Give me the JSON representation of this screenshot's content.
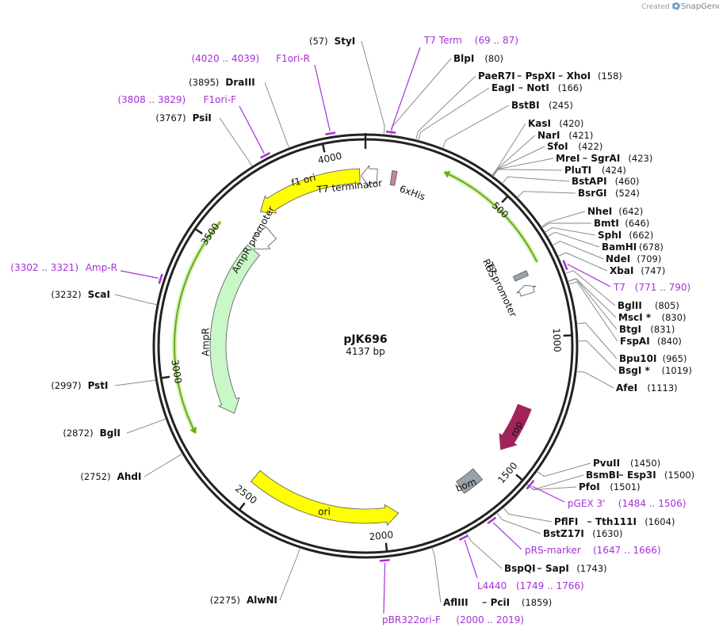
{
  "watermark": {
    "prefix": "Created by",
    "brand": "SnapGene"
  },
  "plasmid": {
    "name": "pJK696",
    "size_label": "4137 bp",
    "length": 4137
  },
  "colors": {
    "backbone": "#222222",
    "leader": "#8c8c8c",
    "primer": "#a531d6",
    "f1ori": "#ffff00",
    "ori": "#ffff00",
    "ampr": "#c8f7c8",
    "rop": "#a0245a",
    "bom": "#9aa3ab",
    "rbs": "#9aa3ab",
    "his": "#c483a8",
    "orf_line": "#66aa22"
  },
  "ticks": [
    {
      "pos": 0,
      "label": ""
    },
    {
      "pos": 500,
      "label": "500"
    },
    {
      "pos": 1000,
      "label": "1000"
    },
    {
      "pos": 1500,
      "label": "1500"
    },
    {
      "pos": 2000,
      "label": "2000"
    },
    {
      "pos": 2500,
      "label": "2500"
    },
    {
      "pos": 3000,
      "label": "3000"
    },
    {
      "pos": 3500,
      "label": "3500"
    },
    {
      "pos": 4000,
      "label": "4000"
    }
  ],
  "enzymes": [
    {
      "pos": 57,
      "segs": [
        {
          "name": "StyI"
        }
      ],
      "pre": "(57)",
      "post": ""
    },
    {
      "pos": 80,
      "segs": [
        {
          "name": "BlpI"
        }
      ],
      "pre": "",
      "post": "(80)"
    },
    {
      "pos": 158,
      "segs": [
        {
          "name": "PaeR7I"
        },
        {
          "name": "PspXI"
        },
        {
          "name": "XhoI"
        }
      ],
      "pre": "",
      "post": "(158)"
    },
    {
      "pos": 166,
      "segs": [
        {
          "name": "EagI"
        },
        {
          "name": "NotI"
        }
      ],
      "pre": "",
      "post": "(166)"
    },
    {
      "pos": 245,
      "segs": [
        {
          "name": "BstBI"
        }
      ],
      "pre": "",
      "post": "(245)"
    },
    {
      "pos": 420,
      "segs": [
        {
          "name": "KasI"
        }
      ],
      "pre": "",
      "post": "(420)"
    },
    {
      "pos": 421,
      "segs": [
        {
          "name": "NarI"
        }
      ],
      "pre": "",
      "post": "(421)"
    },
    {
      "pos": 422,
      "segs": [
        {
          "name": "SfoI"
        }
      ],
      "pre": "",
      "post": "(422)"
    },
    {
      "pos": 423,
      "segs": [
        {
          "name": "MreI"
        },
        {
          "name": "SgrAI"
        }
      ],
      "pre": "",
      "post": "(423)"
    },
    {
      "pos": 424,
      "segs": [
        {
          "name": "PluTI"
        }
      ],
      "pre": "",
      "post": "(424)"
    },
    {
      "pos": 460,
      "segs": [
        {
          "name": "BstAPI"
        }
      ],
      "pre": "",
      "post": "(460)"
    },
    {
      "pos": 524,
      "segs": [
        {
          "name": "BsrGI"
        }
      ],
      "pre": "",
      "post": "(524)"
    },
    {
      "pos": 642,
      "segs": [
        {
          "name": "NheI"
        }
      ],
      "pre": "",
      "post": "(642)"
    },
    {
      "pos": 646,
      "segs": [
        {
          "name": "BmtI"
        }
      ],
      "pre": "",
      "post": "(646)"
    },
    {
      "pos": 662,
      "segs": [
        {
          "name": "SphI"
        }
      ],
      "pre": "",
      "post": "(662)"
    },
    {
      "pos": 678,
      "segs": [
        {
          "name": "BamHI"
        }
      ],
      "pre": "",
      "post": "(678)"
    },
    {
      "pos": 709,
      "segs": [
        {
          "name": "NdeI"
        }
      ],
      "pre": "",
      "post": "(709)"
    },
    {
      "pos": 747,
      "segs": [
        {
          "name": "XbaI"
        }
      ],
      "pre": "",
      "post": "(747)"
    },
    {
      "pos": 805,
      "segs": [
        {
          "name": "BglII"
        }
      ],
      "pre": "",
      "post": "(805)"
    },
    {
      "pos": 830,
      "segs": [
        {
          "name": "MscI *"
        }
      ],
      "pre": "",
      "post": "(830)"
    },
    {
      "pos": 831,
      "segs": [
        {
          "name": "BtgI"
        }
      ],
      "pre": "",
      "post": "(831)"
    },
    {
      "pos": 840,
      "segs": [
        {
          "name": "FspAI"
        }
      ],
      "pre": "",
      "post": "(840)"
    },
    {
      "pos": 965,
      "segs": [
        {
          "name": "Bpu10I"
        }
      ],
      "pre": "",
      "post": "(965)"
    },
    {
      "pos": 1019,
      "segs": [
        {
          "name": "BsgI *"
        }
      ],
      "pre": "",
      "post": "(1019)"
    },
    {
      "pos": 1113,
      "segs": [
        {
          "name": "AfeI"
        }
      ],
      "pre": "",
      "post": "(1113)"
    },
    {
      "pos": 1450,
      "segs": [
        {
          "name": "PvuII"
        }
      ],
      "pre": "",
      "post": "(1450)"
    },
    {
      "pos": 1500,
      "segs": [
        {
          "name": "BsmBI"
        },
        {
          "name": "Esp3I"
        }
      ],
      "pre": "",
      "post": "(1500)"
    },
    {
      "pos": 1501,
      "segs": [
        {
          "name": "PfoI"
        }
      ],
      "pre": "",
      "post": "(1501)"
    },
    {
      "pos": 1604,
      "segs": [
        {
          "name": "PflFI"
        },
        {
          "name": "Tth111I"
        }
      ],
      "pre": "",
      "post": "(1604)"
    },
    {
      "pos": 1630,
      "segs": [
        {
          "name": "BstZ17I"
        }
      ],
      "pre": "",
      "post": "(1630)"
    },
    {
      "pos": 1743,
      "segs": [
        {
          "name": "BspQI"
        },
        {
          "name": "SapI"
        }
      ],
      "pre": "",
      "post": "(1743)"
    },
    {
      "pos": 1859,
      "segs": [
        {
          "name": "AflIII"
        },
        {
          "name": "PciI"
        }
      ],
      "pre": "",
      "post": "(1859)"
    },
    {
      "pos": 2275,
      "segs": [
        {
          "name": "AlwNI"
        }
      ],
      "pre": "(2275)",
      "post": ""
    },
    {
      "pos": 2752,
      "segs": [
        {
          "name": "AhdI"
        }
      ],
      "pre": "(2752)",
      "post": ""
    },
    {
      "pos": 2872,
      "segs": [
        {
          "name": "BglI"
        }
      ],
      "pre": "(2872)",
      "post": ""
    },
    {
      "pos": 2997,
      "segs": [
        {
          "name": "PstI"
        }
      ],
      "pre": "(2997)",
      "post": ""
    },
    {
      "pos": 3232,
      "segs": [
        {
          "name": "ScaI"
        }
      ],
      "pre": "(3232)",
      "post": ""
    },
    {
      "pos": 3767,
      "segs": [
        {
          "name": "PsiI"
        }
      ],
      "pre": "(3767)",
      "post": ""
    },
    {
      "pos": 3895,
      "segs": [
        {
          "name": "DraIII"
        }
      ],
      "pre": "(3895)",
      "post": ""
    }
  ],
  "primers": [
    {
      "name": "T7 Term",
      "range": "(69 .. 87)",
      "start": 69,
      "end": 87,
      "order": "name-first"
    },
    {
      "name": "T7",
      "range": "(771 .. 790)",
      "start": 771,
      "end": 790,
      "order": "name-first"
    },
    {
      "name": "pGEX 3'",
      "range": "(1484 .. 1506)",
      "start": 1484,
      "end": 1506,
      "order": "name-first"
    },
    {
      "name": "pRS-marker",
      "range": "(1647 .. 1666)",
      "start": 1647,
      "end": 1666,
      "order": "name-first"
    },
    {
      "name": "L4440",
      "range": "(1749 .. 1766)",
      "start": 1749,
      "end": 1766,
      "order": "name-first"
    },
    {
      "name": "pBR322ori-F",
      "range": "(2000 .. 2019)",
      "start": 2000,
      "end": 2019,
      "order": "name-first"
    },
    {
      "name": "Amp-R",
      "range": "(3302 .. 3321)",
      "start": 3302,
      "end": 3321,
      "order": "range-first"
    },
    {
      "name": "F1ori-F",
      "range": "(3808 .. 3829)",
      "start": 3808,
      "end": 3829,
      "order": "range-first"
    },
    {
      "name": "F1ori-R",
      "range": "(4020 .. 4039)",
      "start": 4020,
      "end": 4039,
      "order": "range-first"
    }
  ],
  "features": [
    {
      "key": "ori",
      "label": "ori",
      "type": "arrow",
      "start": 1940,
      "end": 2530,
      "dir": -1,
      "ring": "mid",
      "color": "#ffff00"
    },
    {
      "key": "ampr",
      "label": "AmpR",
      "type": "arrow",
      "start": 2790,
      "end": 3570,
      "dir": -1,
      "ring": "inner",
      "color": "#c8f7c8"
    },
    {
      "key": "ampr_promoter",
      "label": "AmpR promoter",
      "type": "arrow",
      "start": 3575,
      "end": 3680,
      "dir": -1,
      "ring": "inner",
      "color": "#ffffff"
    },
    {
      "key": "f1ori",
      "label": "f1 ori",
      "type": "arrow",
      "start": 3700,
      "end": 4115,
      "dir": -1,
      "ring": "mid",
      "color": "#ffff00"
    },
    {
      "key": "t7_terminator",
      "label": "T7 terminator",
      "type": "arrow",
      "start": 4120,
      "end": 45,
      "dir": -1,
      "ring": "mid",
      "color": "#ffffff"
    },
    {
      "key": "his",
      "label": "6xHis",
      "type": "box",
      "start": 100,
      "end": 118,
      "ring": "mid",
      "color": "#c483a8"
    },
    {
      "key": "rbs",
      "label": "RBS",
      "type": "box",
      "start": 745,
      "end": 765,
      "ring": "mid",
      "color": "#9aa3ab"
    },
    {
      "key": "t7_promoter",
      "label": "T7 promoter",
      "type": "arrow",
      "start": 795,
      "end": 830,
      "dir": -1,
      "ring": "mid",
      "color": "#ffffff"
    },
    {
      "key": "rop",
      "label": "rop",
      "type": "arrow",
      "start": 1275,
      "end": 1465,
      "dir": 1,
      "ring": "mid",
      "color": "#a0245a"
    },
    {
      "key": "bom",
      "label": "bom",
      "type": "box",
      "start": 1595,
      "end": 1680,
      "ring": "mid",
      "color": "#9aa3ab"
    }
  ],
  "orf_lines": [
    {
      "start": 280,
      "end": 735,
      "dir": -1
    },
    {
      "start": 2790,
      "end": 3570,
      "dir": -1
    }
  ]
}
